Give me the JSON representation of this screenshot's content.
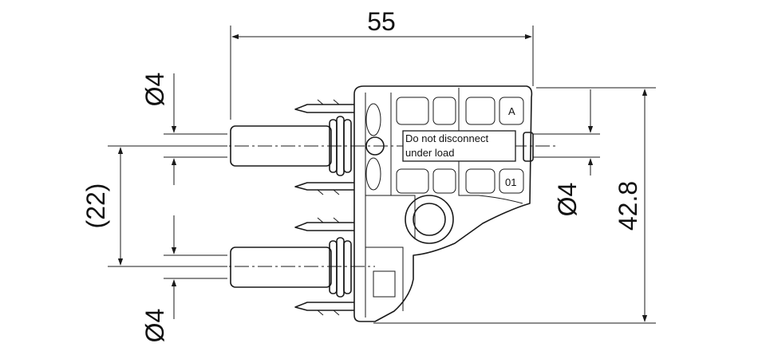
{
  "drawing": {
    "dimensions": {
      "overall_width": "55",
      "overall_height": "42.8",
      "pin_spacing": "(22)",
      "diameter_top": "Ø4",
      "diameter_bottom": "Ø4",
      "diameter_right": "Ø4"
    },
    "label": {
      "line1": "Do not disconnect",
      "line2": "under load"
    },
    "markings": {
      "tag_a": "A",
      "tag_01": "01"
    },
    "colors": {
      "line": "#1a1a1a",
      "background": "#ffffff"
    }
  }
}
